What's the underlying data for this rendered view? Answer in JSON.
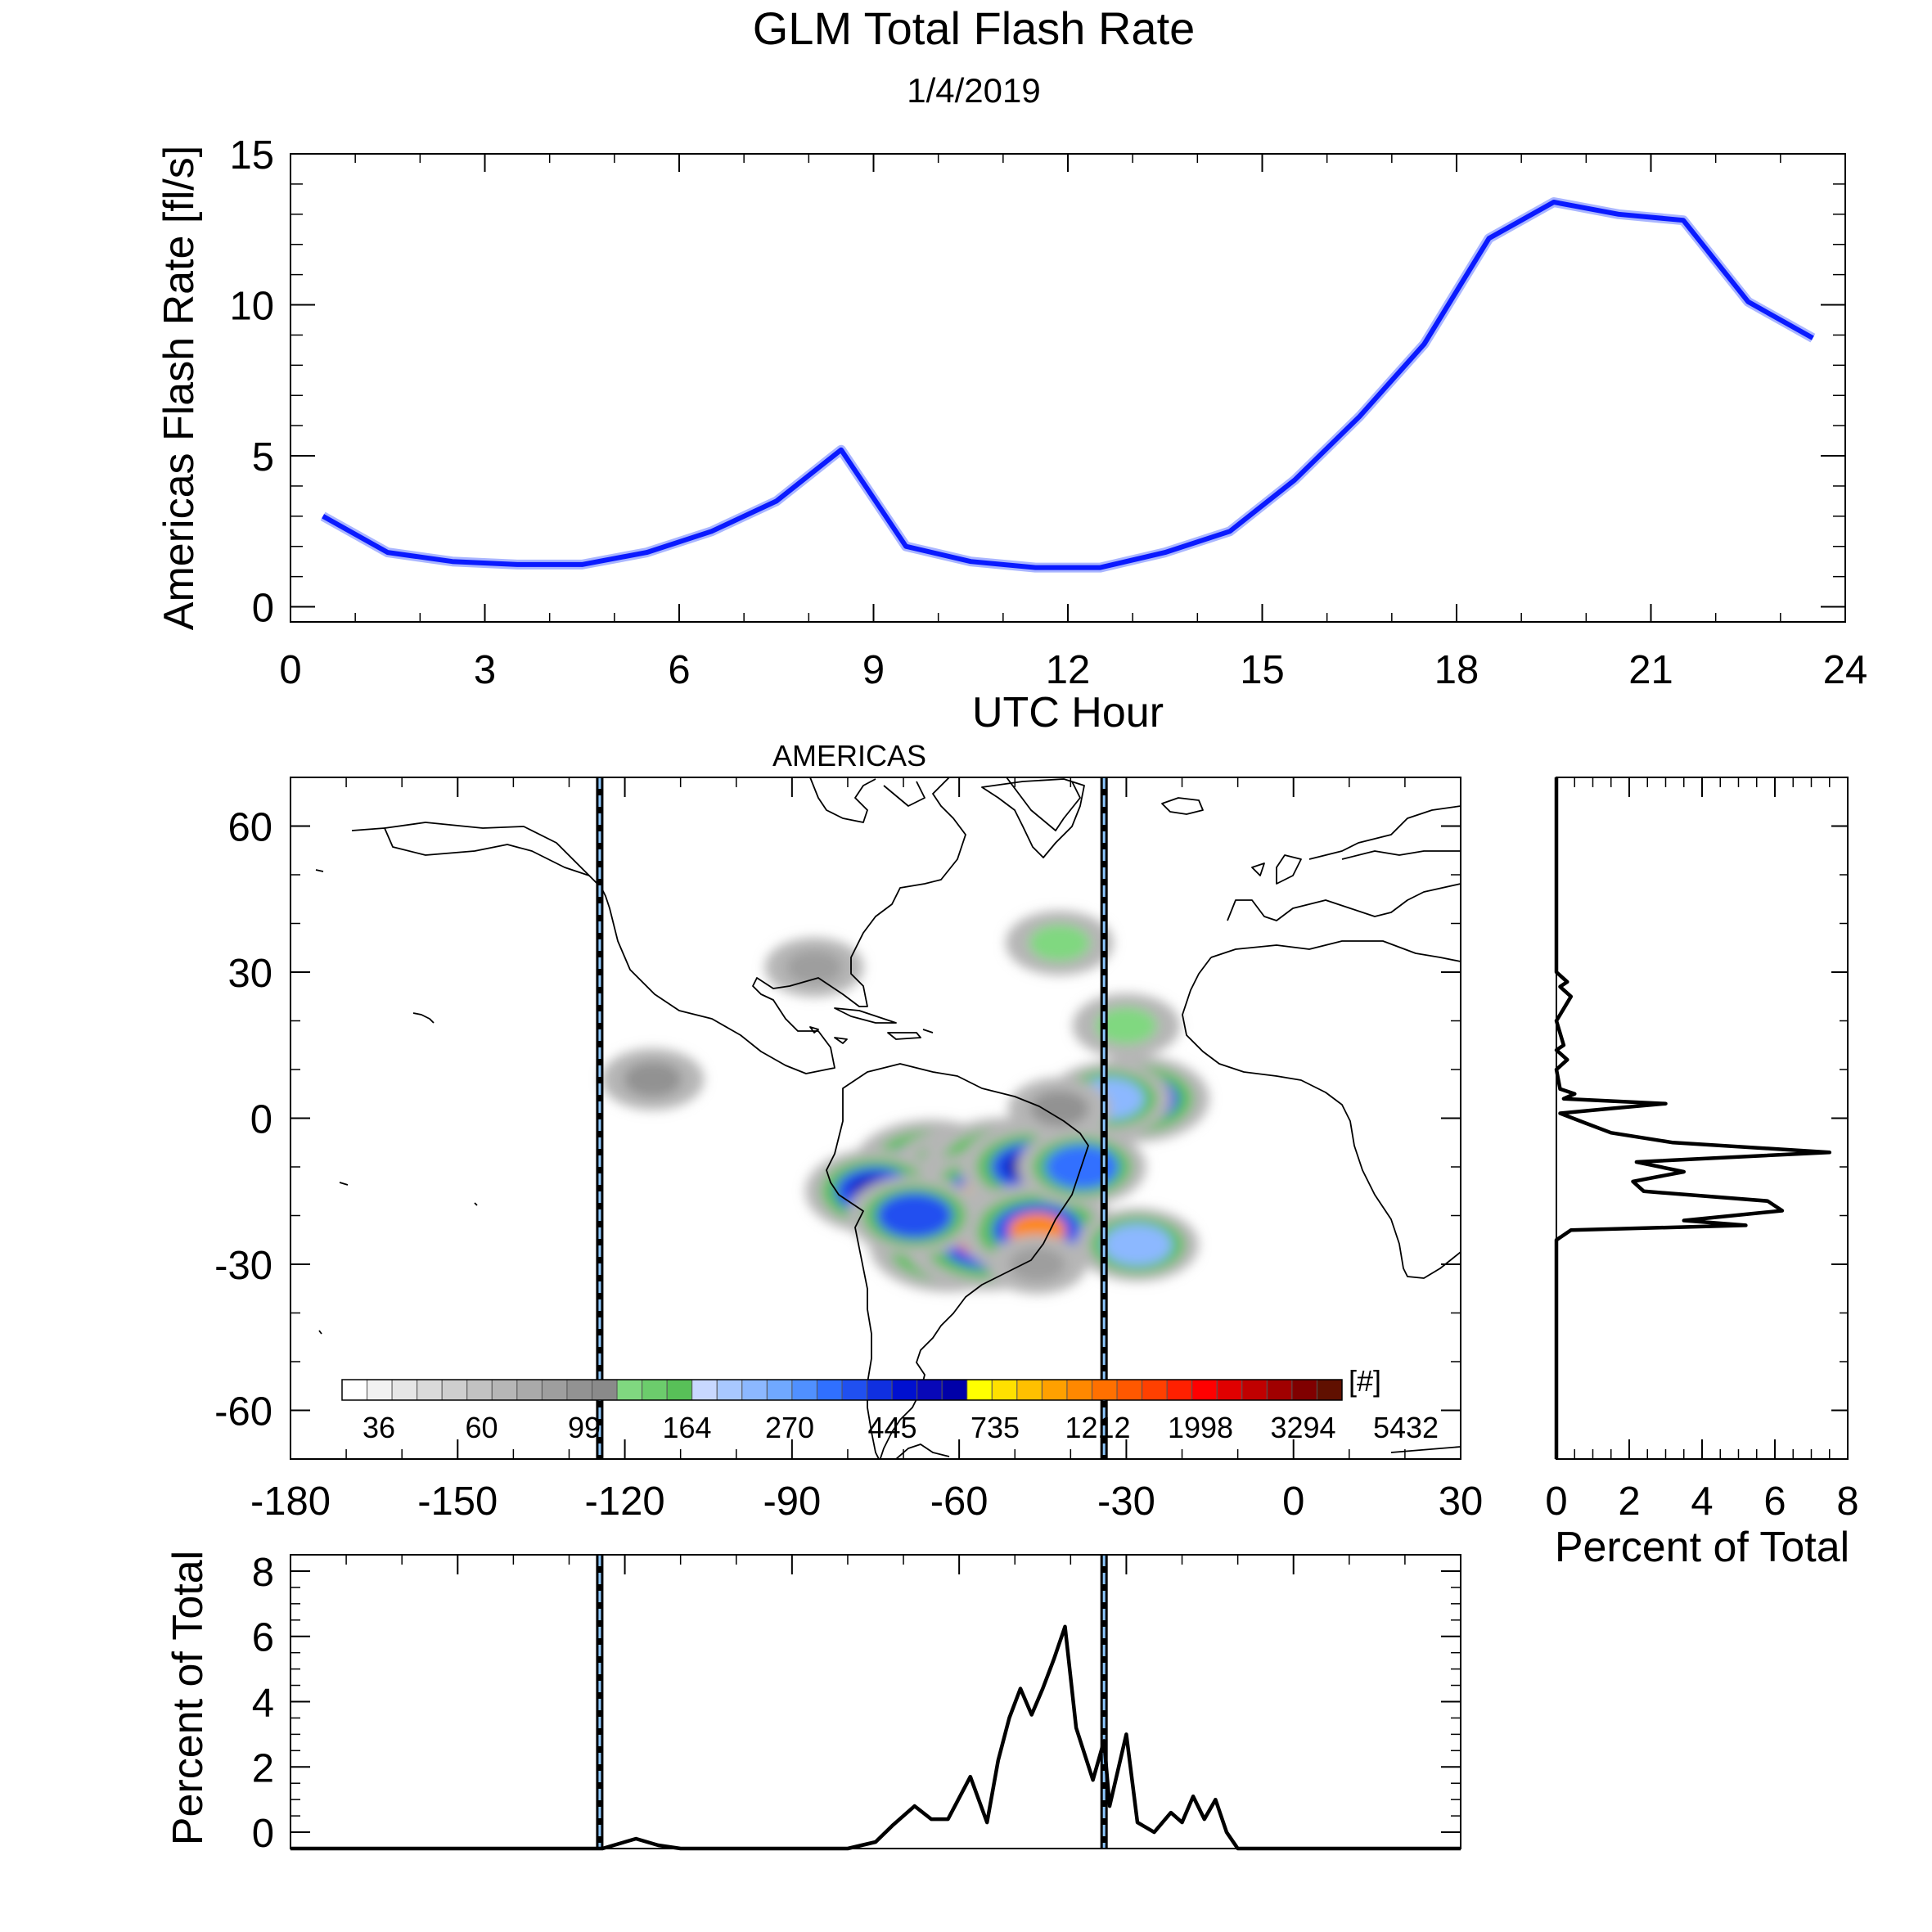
{
  "figure": {
    "title": "GLM Total Flash Rate",
    "subtitle": "1/4/2019"
  },
  "chart_data": [
    {
      "type": "line",
      "xlabel": "UTC Hour",
      "ylabel": "Americas Flash Rate [fl/s]",
      "xlim": [
        0,
        24
      ],
      "ylim": [
        -0.5,
        15
      ],
      "xticks": [
        "0",
        "3",
        "6",
        "9",
        "12",
        "15",
        "18",
        "21",
        "24"
      ],
      "yticks": [
        "0",
        "5",
        "10",
        "15"
      ],
      "line_color": "#0a1aff",
      "series": [
        {
          "x": [
            0.5,
            1.5,
            2.5,
            3.5,
            4.5,
            5.5,
            6.5,
            7.5,
            8.5,
            9.5,
            10.5,
            11.5,
            12.5,
            13.5,
            14.5,
            15.5,
            16.5,
            17.5,
            18.5,
            19.5,
            20.5,
            21.5,
            22.5,
            23.5
          ],
          "values": [
            3.0,
            1.8,
            1.5,
            1.4,
            1.4,
            1.8,
            2.5,
            3.5,
            5.2,
            2.0,
            1.5,
            1.3,
            1.3,
            1.8,
            2.5,
            4.2,
            6.3,
            8.7,
            12.2,
            13.4,
            13.0,
            12.8,
            10.1,
            8.9
          ]
        }
      ]
    },
    {
      "type": "heatmap",
      "title": "AMERICAS",
      "xlim": [
        -180,
        30
      ],
      "ylim": [
        -70,
        70
      ],
      "xticks": [
        "-180",
        "-150",
        "-120",
        "-90",
        "-60",
        "-30",
        "0",
        "30"
      ],
      "yticks": [
        "-60",
        "-30",
        "0",
        "30",
        "60"
      ],
      "boundary_longitudes": [
        -124.5,
        -34.0
      ],
      "colorbar": {
        "unit": "[#]",
        "labels": [
          "36",
          "60",
          "99",
          "164",
          "270",
          "445",
          "735",
          "1212",
          "1998",
          "3294",
          "5432"
        ],
        "colors": [
          "#ffffff",
          "#f2f2f2",
          "#e6e6e6",
          "#dadada",
          "#cecece",
          "#c2c2c2",
          "#b6b6b6",
          "#aaaaaa",
          "#9e9e9e",
          "#929292",
          "#8a8a8a",
          "#80d880",
          "#6ccc6c",
          "#58c058",
          "#c8d8ff",
          "#a8c8ff",
          "#8cb8ff",
          "#70a8ff",
          "#5090ff",
          "#3070ff",
          "#2050f0",
          "#1030e0",
          "#0010d0",
          "#0808b8",
          "#0000a8",
          "#ffff00",
          "#ffe000",
          "#ffc000",
          "#ffa000",
          "#ff8800",
          "#ff7000",
          "#ff5800",
          "#ff4000",
          "#ff2000",
          "#ff0000",
          "#e00000",
          "#c00000",
          "#a00000",
          "#800000",
          "#601000"
        ]
      },
      "flash_density_cells": [
        {
          "lon": -65,
          "lat": -10,
          "value": 1500
        },
        {
          "lon": -58,
          "lat": -12,
          "value": 2500
        },
        {
          "lon": -52,
          "lat": -10,
          "value": 2000
        },
        {
          "lon": -55,
          "lat": -16,
          "value": 1200
        },
        {
          "lon": -47,
          "lat": -10,
          "value": 800
        },
        {
          "lon": -62,
          "lat": -26,
          "value": 1500
        },
        {
          "lon": -55,
          "lat": -25,
          "value": 2500
        },
        {
          "lon": -46,
          "lat": -23,
          "value": 1500
        },
        {
          "lon": -75,
          "lat": -15,
          "value": 700
        },
        {
          "lon": -68,
          "lat": -20,
          "value": 500
        },
        {
          "lon": -28,
          "lat": 4,
          "value": 800
        },
        {
          "lon": -33,
          "lat": 4,
          "value": 300
        },
        {
          "lon": -28,
          "lat": -26,
          "value": 300
        },
        {
          "lon": -42,
          "lat": 36,
          "value": 150
        },
        {
          "lon": -30,
          "lat": 19,
          "value": 150
        },
        {
          "lon": -115,
          "lat": 8,
          "value": 120
        },
        {
          "lon": -86,
          "lat": 31,
          "value": 100
        },
        {
          "lon": -42,
          "lat": 2,
          "value": 120
        },
        {
          "lon": -46,
          "lat": -30,
          "value": 100
        },
        {
          "lon": -38,
          "lat": -10,
          "value": 400
        }
      ]
    },
    {
      "type": "line",
      "ylabel": "Percent of Total",
      "xlim": [
        -180,
        30
      ],
      "ylim": [
        -0.5,
        8.5
      ],
      "yticks": [
        "0",
        "2",
        "4",
        "6",
        "8"
      ],
      "series": [
        {
          "x": [
            -180,
            -124,
            -118,
            -114,
            -110,
            -105,
            -80,
            -75,
            -72,
            -68,
            -65,
            -62,
            -58,
            -55,
            -53,
            -51,
            -49,
            -47,
            -45,
            -43,
            -41,
            -39,
            -36,
            -34,
            -33,
            -30,
            -28,
            -25,
            -22,
            -20,
            -18,
            -16,
            -14,
            -12,
            -10,
            0,
            30
          ],
          "values": [
            -0.5,
            -0.5,
            -0.2,
            -0.4,
            -0.5,
            -0.5,
            -0.5,
            -0.3,
            0.2,
            0.8,
            0.4,
            0.4,
            1.7,
            0.3,
            2.2,
            3.5,
            4.4,
            3.6,
            4.4,
            5.3,
            6.3,
            3.2,
            1.6,
            2.8,
            0.8,
            3.0,
            0.3,
            0.0,
            0.6,
            0.3,
            1.1,
            0.4,
            1.0,
            0.0,
            -0.5,
            -0.5,
            -0.5
          ]
        }
      ]
    },
    {
      "type": "line",
      "xlabel": "Percent of Total",
      "xlim": [
        0,
        8
      ],
      "ylim": [
        -70,
        70
      ],
      "xticks": [
        "0",
        "2",
        "4",
        "6",
        "8"
      ],
      "series": [
        {
          "y": [
            70,
            30,
            28,
            27,
            25,
            20,
            15,
            14,
            12,
            10,
            6,
            5,
            4,
            3,
            2,
            1,
            -1,
            -3,
            -5,
            -7,
            -9,
            -11,
            -13,
            -15,
            -17,
            -19,
            -21,
            -22,
            -23,
            -25,
            -70
          ],
          "values": [
            0,
            0,
            0.3,
            0.1,
            0.4,
            0,
            0.2,
            0,
            0.3,
            0,
            0.1,
            0.5,
            0.2,
            3.0,
            1.5,
            0.1,
            0.8,
            1.5,
            3.2,
            7.5,
            2.2,
            3.5,
            2.1,
            2.4,
            5.8,
            6.2,
            3.5,
            5.2,
            0.4,
            0,
            0
          ]
        }
      ]
    }
  ]
}
